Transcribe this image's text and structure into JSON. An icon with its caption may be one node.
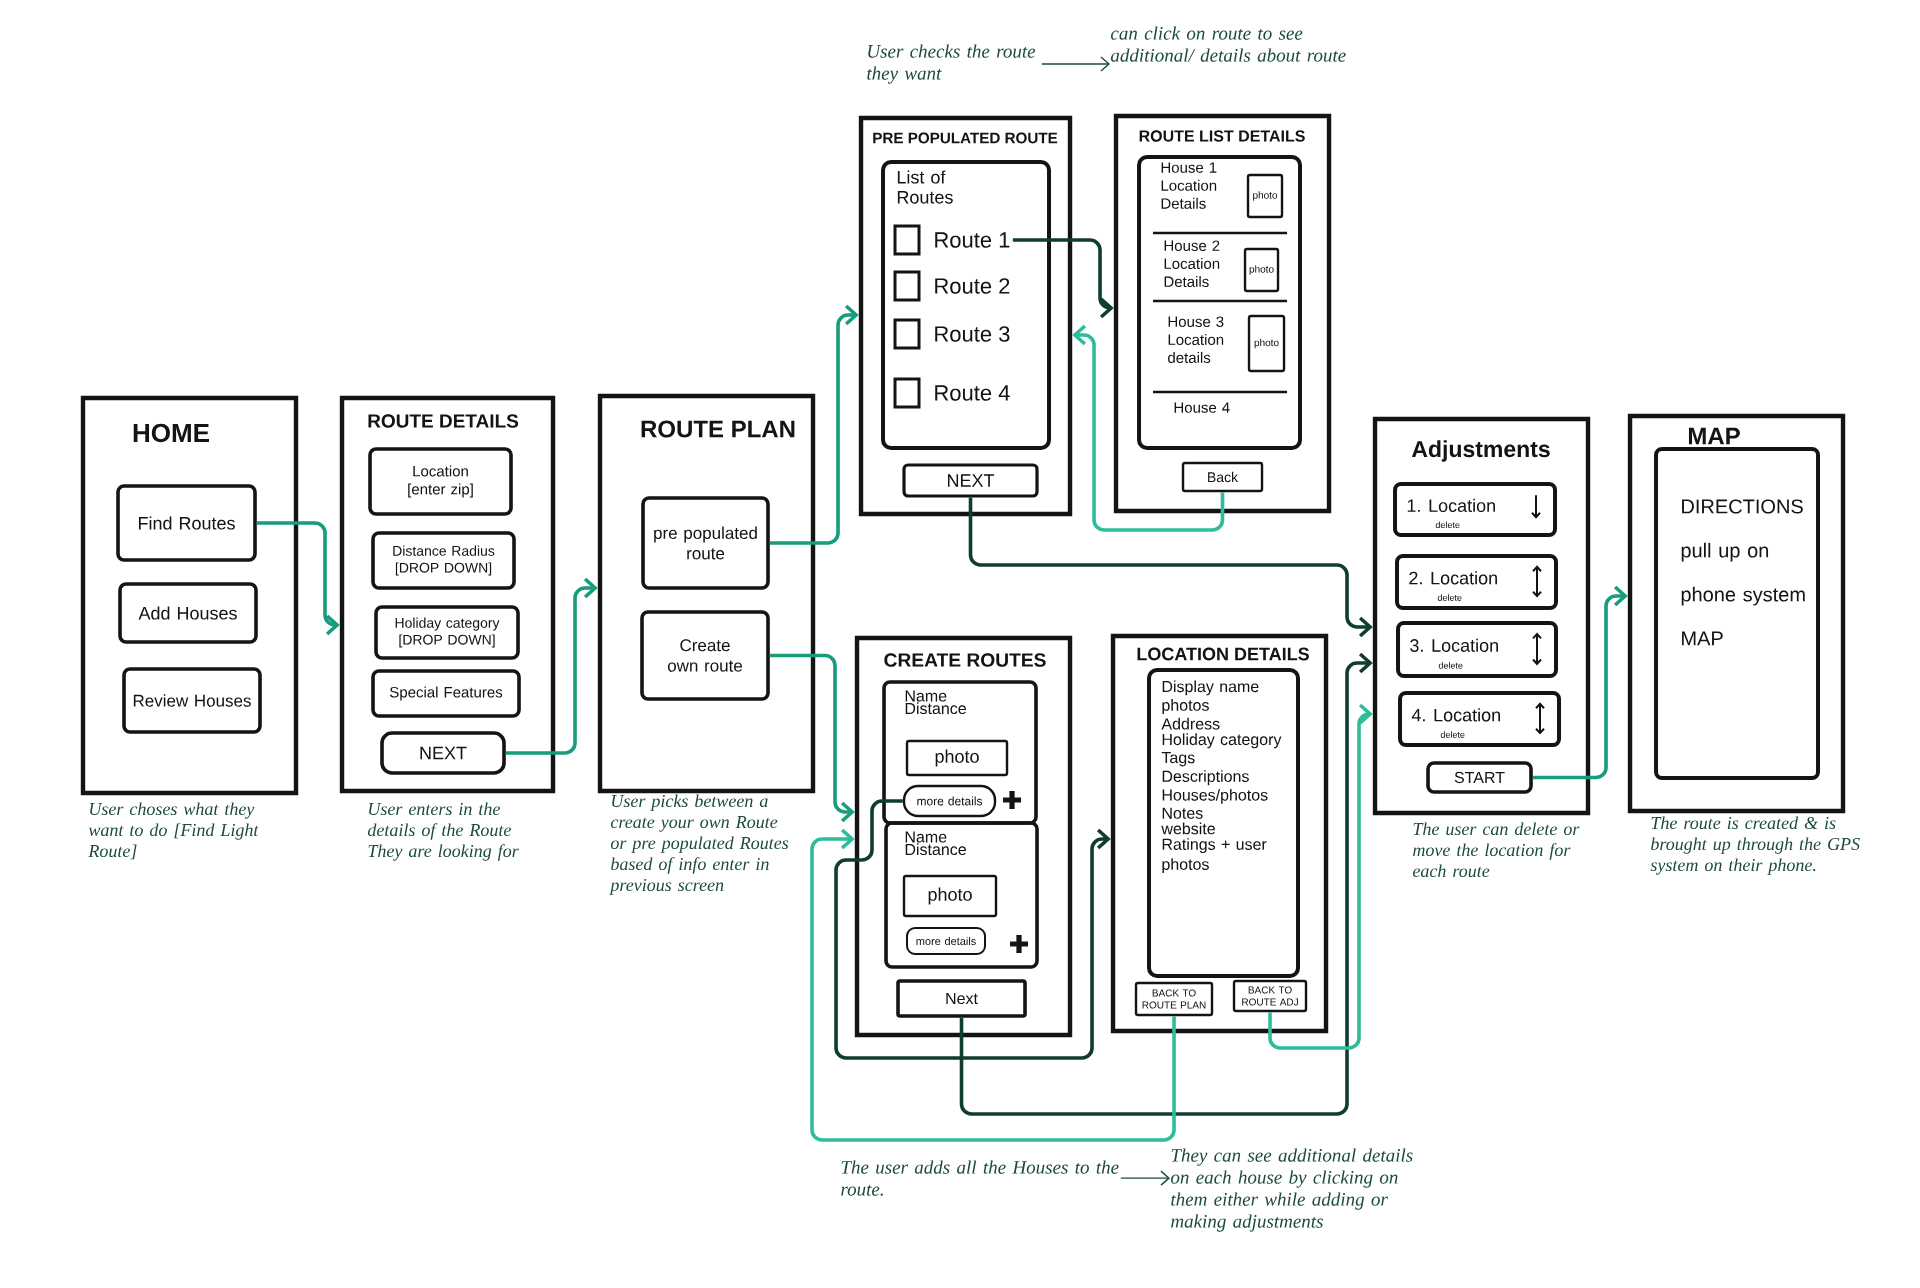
{
  "diagram": {
    "nodes": [
      {
        "text": [
          "HOME"
        ],
        "beside": [
          "User choses what they want to do [Find Light Route]"
        ]
      },
      {
        "text": [
          "Find Routes"
        ],
        "in": 0
      },
      {
        "text": [
          "Add Houses"
        ],
        "in": 0
      },
      {
        "text": [
          "Review Houses"
        ],
        "in": 0
      },
      {
        "text": [
          "ROUTE DETAILS"
        ],
        "beside": [
          "User enters in the details of the Route They are looking for"
        ]
      },
      {
        "text": [
          "Location [enter zip]"
        ],
        "in": 4
      },
      {
        "text": [
          "Distance Radius [DROP DOWN]"
        ],
        "in": 4
      },
      {
        "text": [
          "Holiday category [DROP DOWN]"
        ],
        "in": 4
      },
      {
        "text": [
          "Special Features"
        ],
        "in": 4
      },
      {
        "text": [
          "NEXT"
        ],
        "in": 4
      },
      {
        "text": [
          "ROUTE PLAN"
        ],
        "beside": [
          "User picks between a create your own Route or pre populated Routes based of info enter in previous screen"
        ]
      },
      {
        "text": [
          "pre populated route"
        ],
        "in": 10
      },
      {
        "text": [
          "Create own route"
        ],
        "in": 10
      },
      {
        "text": [
          "User checks the route they want"
        ]
      },
      {
        "text": [
          "can click on route to see additional/ details about route"
        ]
      },
      {
        "text": [
          "PRE POPULATED ROUTE"
        ]
      },
      {
        "text": [
          "List of Routes"
        ],
        "in": 15
      },
      {
        "text": [
          "Route 1"
        ],
        "in": 16
      },
      {
        "text": [
          "Route 2"
        ],
        "in": 16
      },
      {
        "text": [
          "Route 3"
        ],
        "in": 16
      },
      {
        "text": [
          "Route 4"
        ],
        "in": 16
      },
      {
        "text": [
          "NEXT"
        ],
        "in": 15
      },
      {
        "text": [
          "ROUTE LIST DETAILS"
        ]
      },
      {
        "text": [
          "House 1 Location Details",
          "House 2 Location Details",
          "House 3 Location details",
          "House 4"
        ],
        "in": 22
      },
      {
        "text": [
          "photo"
        ],
        "in": 23
      },
      {
        "text": [
          "photo"
        ],
        "in": 23
      },
      {
        "text": [
          "photo"
        ],
        "in": 23
      },
      {
        "text": [
          "Back"
        ],
        "in": 22
      },
      {
        "text": [
          "CREATE ROUTES"
        ]
      },
      {
        "text": [
          "Name",
          "Distance"
        ],
        "in": 28
      },
      {
        "text": [
          "photo"
        ],
        "in": 29
      },
      {
        "text": [
          "more details"
        ],
        "in": 29
      },
      {
        "text": [
          "Name",
          "Distance"
        ],
        "in": 28
      },
      {
        "text": [
          "photo"
        ],
        "in": 32
      },
      {
        "text": [
          "more details"
        ],
        "in": 32
      },
      {
        "text": [
          "Next"
        ],
        "in": 28
      },
      {
        "text": [
          "LOCATION DETAILS"
        ]
      },
      {
        "text": [
          "Display name",
          "photos",
          "Address",
          "Holiday category",
          "Tags",
          "Descriptions",
          "Houses/photos",
          "Notes",
          "website",
          "Ratings + user photos"
        ],
        "in": 36
      },
      {
        "text": [
          "BACK TO ROUTE PLAN"
        ],
        "in": 36
      },
      {
        "text": [
          "BACK TO ROUTE ADJ"
        ],
        "in": 36
      },
      {
        "text": [
          "The user adds all the Houses to the route."
        ]
      },
      {
        "text": [
          "They can see additional details on each house by clicking on them either while adding or making adjustments"
        ]
      },
      {
        "text": [
          "Adjustments"
        ],
        "beside": [
          "The user can delete or move the location for each route"
        ]
      },
      {
        "text": [
          "1. Location",
          "delete"
        ],
        "in": 42
      },
      {
        "text": [
          "2. Location",
          "delete"
        ],
        "in": 42
      },
      {
        "text": [
          "3. Location",
          "delete"
        ],
        "in": 42
      },
      {
        "text": [
          "4. Location",
          "delete"
        ],
        "in": 42
      },
      {
        "text": [
          "START"
        ],
        "in": 42
      },
      {
        "text": [
          "MAP"
        ],
        "beside": [
          "The route is created & is brought up through the GPS system on their phone."
        ]
      },
      {
        "text": [
          "DIRECTIONS pull up on phone system MAP"
        ],
        "in": 48
      }
    ],
    "edges": [
      {
        "from": 1,
        "to": 4,
        "arrow": "to"
      },
      {
        "from": 9,
        "to": 10,
        "arrow": "to"
      },
      {
        "from": 11,
        "to": 15,
        "arrow": "to"
      },
      {
        "from": 12,
        "to": 28,
        "arrow": "to"
      },
      {
        "from": 17,
        "to": 22,
        "arrow": "to",
        "color": "#0f3d30"
      },
      {
        "from": 27,
        "to": 15,
        "arrow": "to",
        "color": "#2dbd9a"
      },
      {
        "from": 21,
        "to": 42,
        "arrow": "to",
        "color": "#0f3d30"
      },
      {
        "from": 31,
        "to": 36,
        "arrow": "to",
        "color": "#0f3d30"
      },
      {
        "from": 35,
        "to": 42,
        "arrow": "to",
        "color": "#0f3d30"
      },
      {
        "from": 38,
        "to": 28,
        "arrow": "to",
        "color": "#2dbd9a"
      },
      {
        "from": 39,
        "to": 42,
        "arrow": "to",
        "color": "#2dbd9a"
      },
      {
        "from": 47,
        "to": 48,
        "arrow": "to"
      },
      {
        "from": 13,
        "to": 14,
        "arrow": "to",
        "color": "#1c4a3e"
      },
      {
        "from": 40,
        "to": 41,
        "arrow": "to",
        "color": "#1c4a3e"
      }
    ]
  }
}
